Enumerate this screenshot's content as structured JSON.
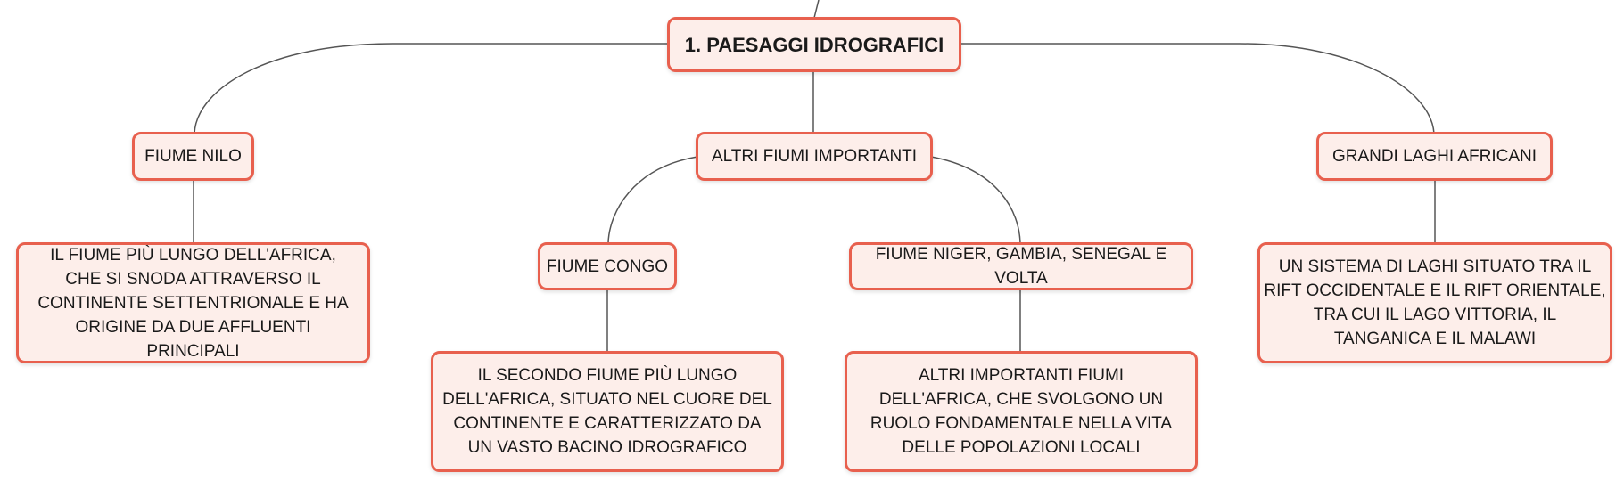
{
  "colors": {
    "node_border": "#e8604e",
    "node_fill": "#fdeeea",
    "connector": "#555555"
  },
  "mindmap": {
    "root": {
      "label": "1. PAESAGGI IDROGRAFICI"
    },
    "branch_nilo": {
      "label": "FIUME NILO",
      "detail": "IL FIUME PIÙ LUNGO DELL'AFRICA, CHE SI SNODA ATTRAVERSO IL CONTINENTE SETTENTRIONALE E HA ORIGINE DA DUE AFFLUENTI PRINCIPALI"
    },
    "branch_altri": {
      "label": "ALTRI FIUMI IMPORTANTI",
      "congo": {
        "label": "FIUME CONGO",
        "detail": "IL SECONDO FIUME PIÙ LUNGO DELL'AFRICA, SITUATO NEL CUORE DEL CONTINENTE E CARATTERIZZATO DA UN VASTO BACINO IDROGRAFICO"
      },
      "niger": {
        "label": "FIUME NIGER, GAMBIA, SENEGAL E VOLTA",
        "detail": "ALTRI IMPORTANTI FIUMI DELL'AFRICA, CHE SVOLGONO UN RUOLO FONDAMENTALE NELLA VITA DELLE POPOLAZIONI LOCALI"
      }
    },
    "branch_laghi": {
      "label": "GRANDI LAGHI AFRICANI",
      "detail": "UN SISTEMA DI LAGHI SITUATO TRA IL RIFT OCCIDENTALE E IL RIFT ORIENTALE, TRA CUI IL LAGO VITTORIA, IL TANGANICA E IL MALAWI"
    }
  }
}
